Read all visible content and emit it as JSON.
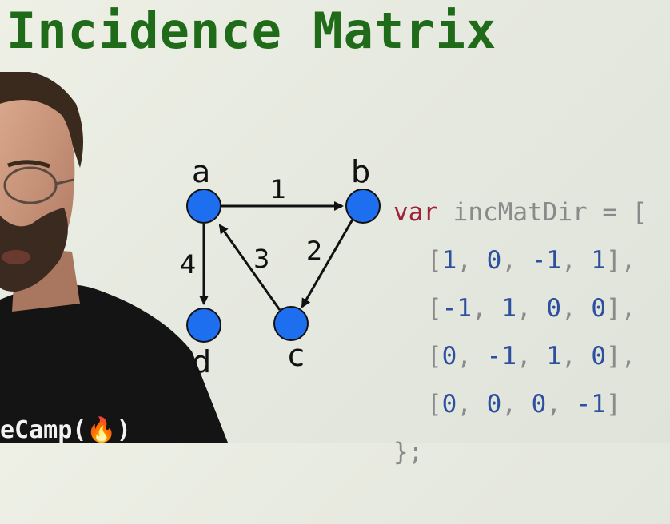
{
  "slide": {
    "title": "Incidence Matrix"
  },
  "graph": {
    "nodes": [
      {
        "id": "a",
        "label": "a"
      },
      {
        "id": "b",
        "label": "b"
      },
      {
        "id": "c",
        "label": "c"
      },
      {
        "id": "d",
        "label": "d"
      }
    ],
    "edges": [
      {
        "from": "a",
        "to": "b",
        "label": "1"
      },
      {
        "from": "b",
        "to": "c",
        "label": "2"
      },
      {
        "from": "c",
        "to": "a",
        "label": "3"
      },
      {
        "from": "a",
        "to": "d",
        "label": "4"
      }
    ],
    "node_color": "#1e6ff0"
  },
  "code": {
    "keyword": "var",
    "identifier": "incMatDir",
    "operator": "= [",
    "rows": [
      [
        "1",
        "0",
        "-1",
        "1"
      ],
      [
        "-1",
        "1",
        "0",
        "0"
      ],
      [
        "0",
        "-1",
        "1",
        "0"
      ],
      [
        "0",
        "0",
        "0",
        "-1"
      ]
    ],
    "closing": "};"
  },
  "presenter": {
    "shirt_text": "eCamp(🔥)"
  }
}
